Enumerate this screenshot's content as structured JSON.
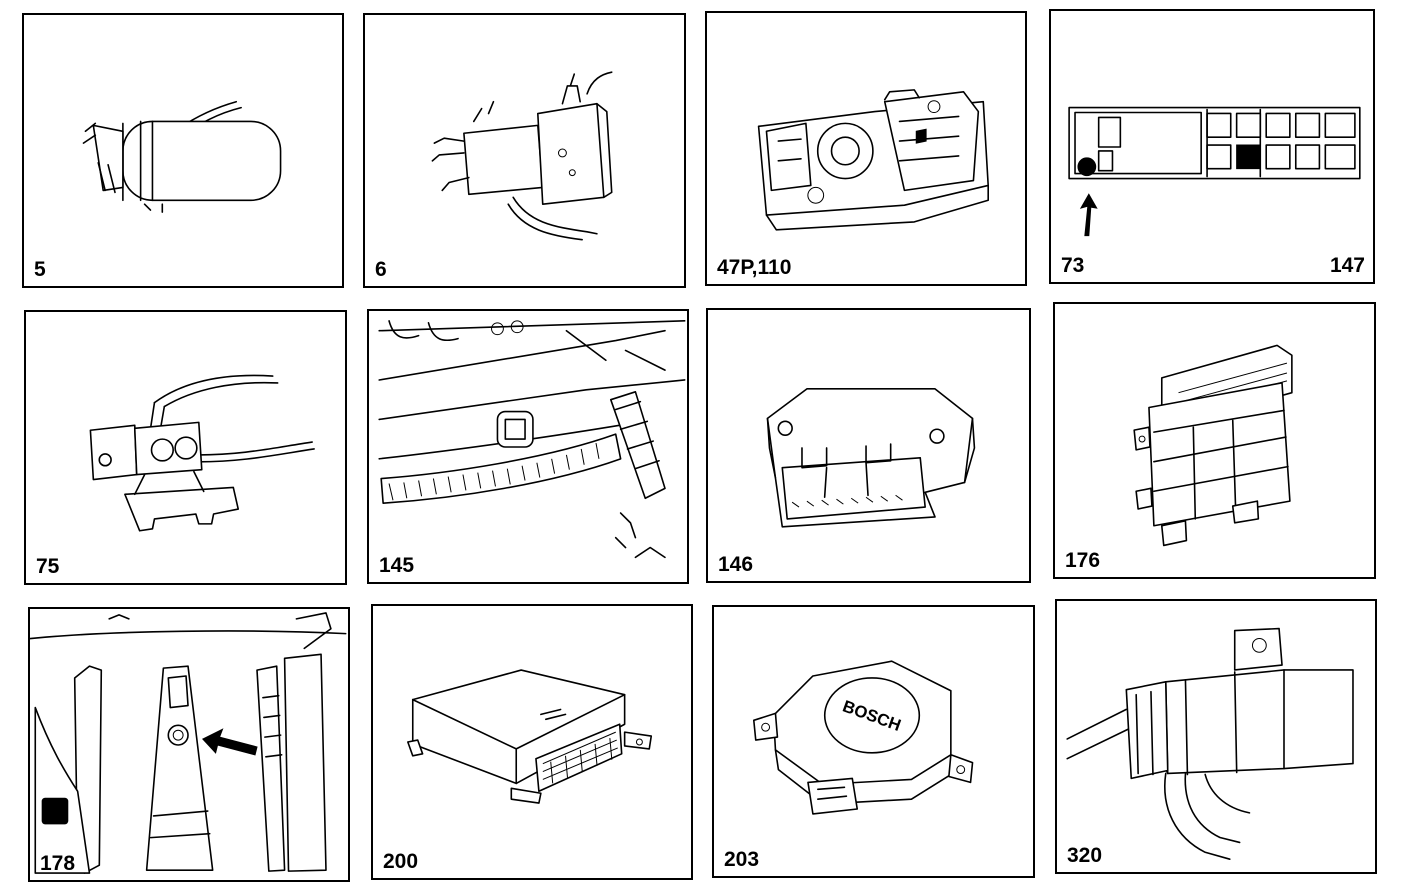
{
  "panels": [
    {
      "id": "p5",
      "labels": [
        "5"
      ]
    },
    {
      "id": "p6",
      "labels": [
        "6"
      ]
    },
    {
      "id": "p47",
      "labels": [
        "47P,110"
      ]
    },
    {
      "id": "p73",
      "labels": [
        "73",
        "147"
      ]
    },
    {
      "id": "p75",
      "labels": [
        "75"
      ]
    },
    {
      "id": "p145",
      "labels": [
        "145"
      ]
    },
    {
      "id": "p146",
      "labels": [
        "146"
      ]
    },
    {
      "id": "p176",
      "labels": [
        "176"
      ]
    },
    {
      "id": "p178",
      "labels": [
        "178"
      ]
    },
    {
      "id": "p200",
      "labels": [
        "200"
      ]
    },
    {
      "id": "p203",
      "labels": [
        "203"
      ],
      "brand_text": "BOSCH"
    },
    {
      "id": "p320",
      "labels": [
        "320"
      ]
    }
  ],
  "icons": {
    "arrow": "arrow-pointer-icon"
  }
}
